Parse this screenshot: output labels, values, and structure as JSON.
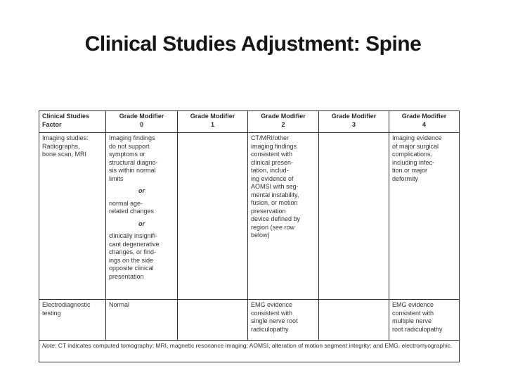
{
  "slide": {
    "title": "Clinical Studies Adjustment: Spine"
  },
  "table": {
    "headers": [
      "Clinical Studies\nFactor",
      "Grade Modifier\n0",
      "Grade Modifier\n1",
      "Grade Modifier\n2",
      "Grade Modifier\n3",
      "Grade Modifier\n4"
    ],
    "rows": [
      {
        "factor": "Imaging studies:\nRadiographs,\nbone scan, MRI",
        "cells": [
          [
            {
              "type": "text",
              "text": "Imaging findings\ndo not support\nsymptoms or\nstructural diagno-\nsis within normal\nlimits"
            },
            {
              "type": "or",
              "text": "or"
            },
            {
              "type": "text",
              "text": "normal age-\nrelated changes"
            },
            {
              "type": "or",
              "text": "or"
            },
            {
              "type": "text",
              "text": "clinically insignifi-\ncant degenerative\nchanges, or find-\nings on the side\nopposite clinical\npresentation"
            }
          ],
          [],
          [
            {
              "type": "text",
              "text": "CT/MRI/other\nimaging findings\nconsistent with\nclinical presen-\ntation, includ-\ning evidence of\nAOMSI with seg-\nmental instability,\nfusion, or motion\npreservation\ndevice defined by\nregion (see row\nbelow)"
            }
          ],
          [],
          [
            {
              "type": "text",
              "text": "Imaging evidence\nof major surgical\ncomplications,\nincluding infec-\ntion or major\ndeformity"
            }
          ]
        ]
      },
      {
        "factor": "Electrodiagnostic\ntesting",
        "cells": [
          [
            {
              "type": "text",
              "text": "Normal"
            }
          ],
          [],
          [
            {
              "type": "text",
              "text": "EMG evidence\nconsistent with\nsingle nerve root\nradiculopathy"
            }
          ],
          [],
          [
            {
              "type": "text",
              "text": "EMG evidence\nconsistent with\nmultiple nerve\nroot radiculopathy"
            }
          ]
        ]
      }
    ],
    "note": {
      "prefix": "Note:",
      "text": " CT indicates computed tomography; MRI, magnetic resonance imaging; AOMSI, alteration of motion segment integrity; and EMG, electromyographic."
    },
    "colors": {
      "border": "#2f2f2f",
      "text": "#333333"
    }
  }
}
